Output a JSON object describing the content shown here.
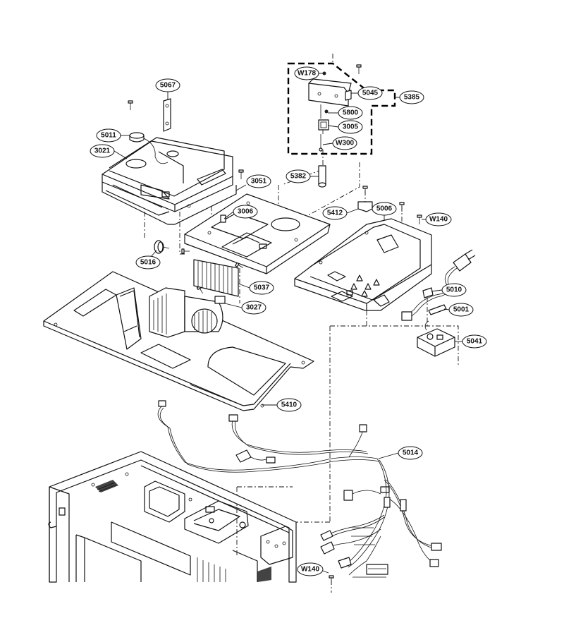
{
  "callouts": [
    {
      "id": "5067",
      "text": "5067"
    },
    {
      "id": "5011",
      "text": "5011"
    },
    {
      "id": "3021",
      "text": "3021"
    },
    {
      "id": "3051",
      "text": "3051"
    },
    {
      "id": "3006",
      "text": "3006"
    },
    {
      "id": "5016",
      "text": "5016"
    },
    {
      "id": "5037",
      "text": "5037"
    },
    {
      "id": "3027",
      "text": "3027"
    },
    {
      "id": "5410",
      "text": "5410"
    },
    {
      "id": "5014",
      "text": "5014"
    },
    {
      "id": "W178",
      "text": "W178"
    },
    {
      "id": "5045",
      "text": "5045"
    },
    {
      "id": "5385",
      "text": "5385"
    },
    {
      "id": "5800",
      "text": "5800"
    },
    {
      "id": "3005",
      "text": "3005"
    },
    {
      "id": "W300",
      "text": "W300"
    },
    {
      "id": "5382",
      "text": "5382"
    },
    {
      "id": "5412",
      "text": "5412"
    },
    {
      "id": "5006",
      "text": "5006"
    },
    {
      "id": "W140a",
      "text": "W140"
    },
    {
      "id": "5010",
      "text": "5010"
    },
    {
      "id": "5001",
      "text": "5001"
    },
    {
      "id": "5041",
      "text": "5041"
    },
    {
      "id": "W140b",
      "text": "W140"
    }
  ]
}
